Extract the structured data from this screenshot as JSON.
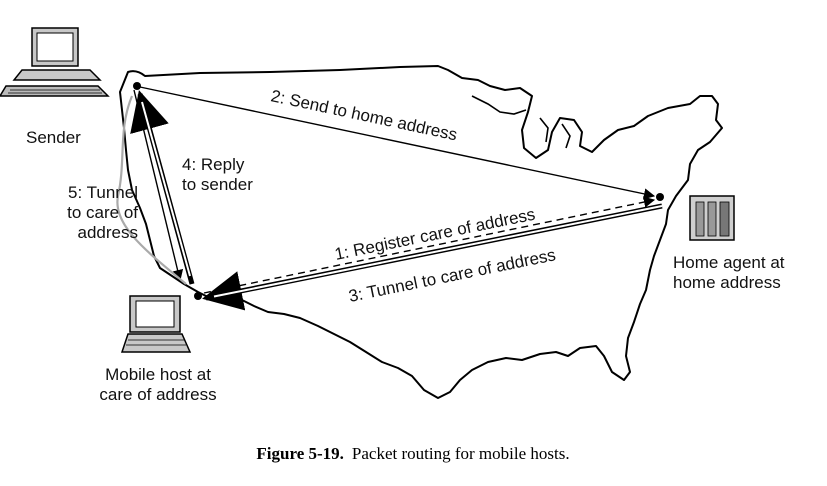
{
  "nodes": {
    "sender": "Sender",
    "mobile_host_line1": "Mobile host at",
    "mobile_host_line2": "care of address",
    "home_agent_line1": "Home agent at",
    "home_agent_line2": "home address"
  },
  "steps": {
    "s1": "1: Register care of address",
    "s2": "2: Send to home address",
    "s3": "3: Tunnel to care of address",
    "s4_line1": "4: Reply",
    "s4_line2": "to sender",
    "s5_line1": "5: Tunnel",
    "s5_line2": "to care of",
    "s5_line3": "address"
  },
  "caption": {
    "label": "Figure 5-19.",
    "text": "Packet routing for mobile hosts."
  }
}
